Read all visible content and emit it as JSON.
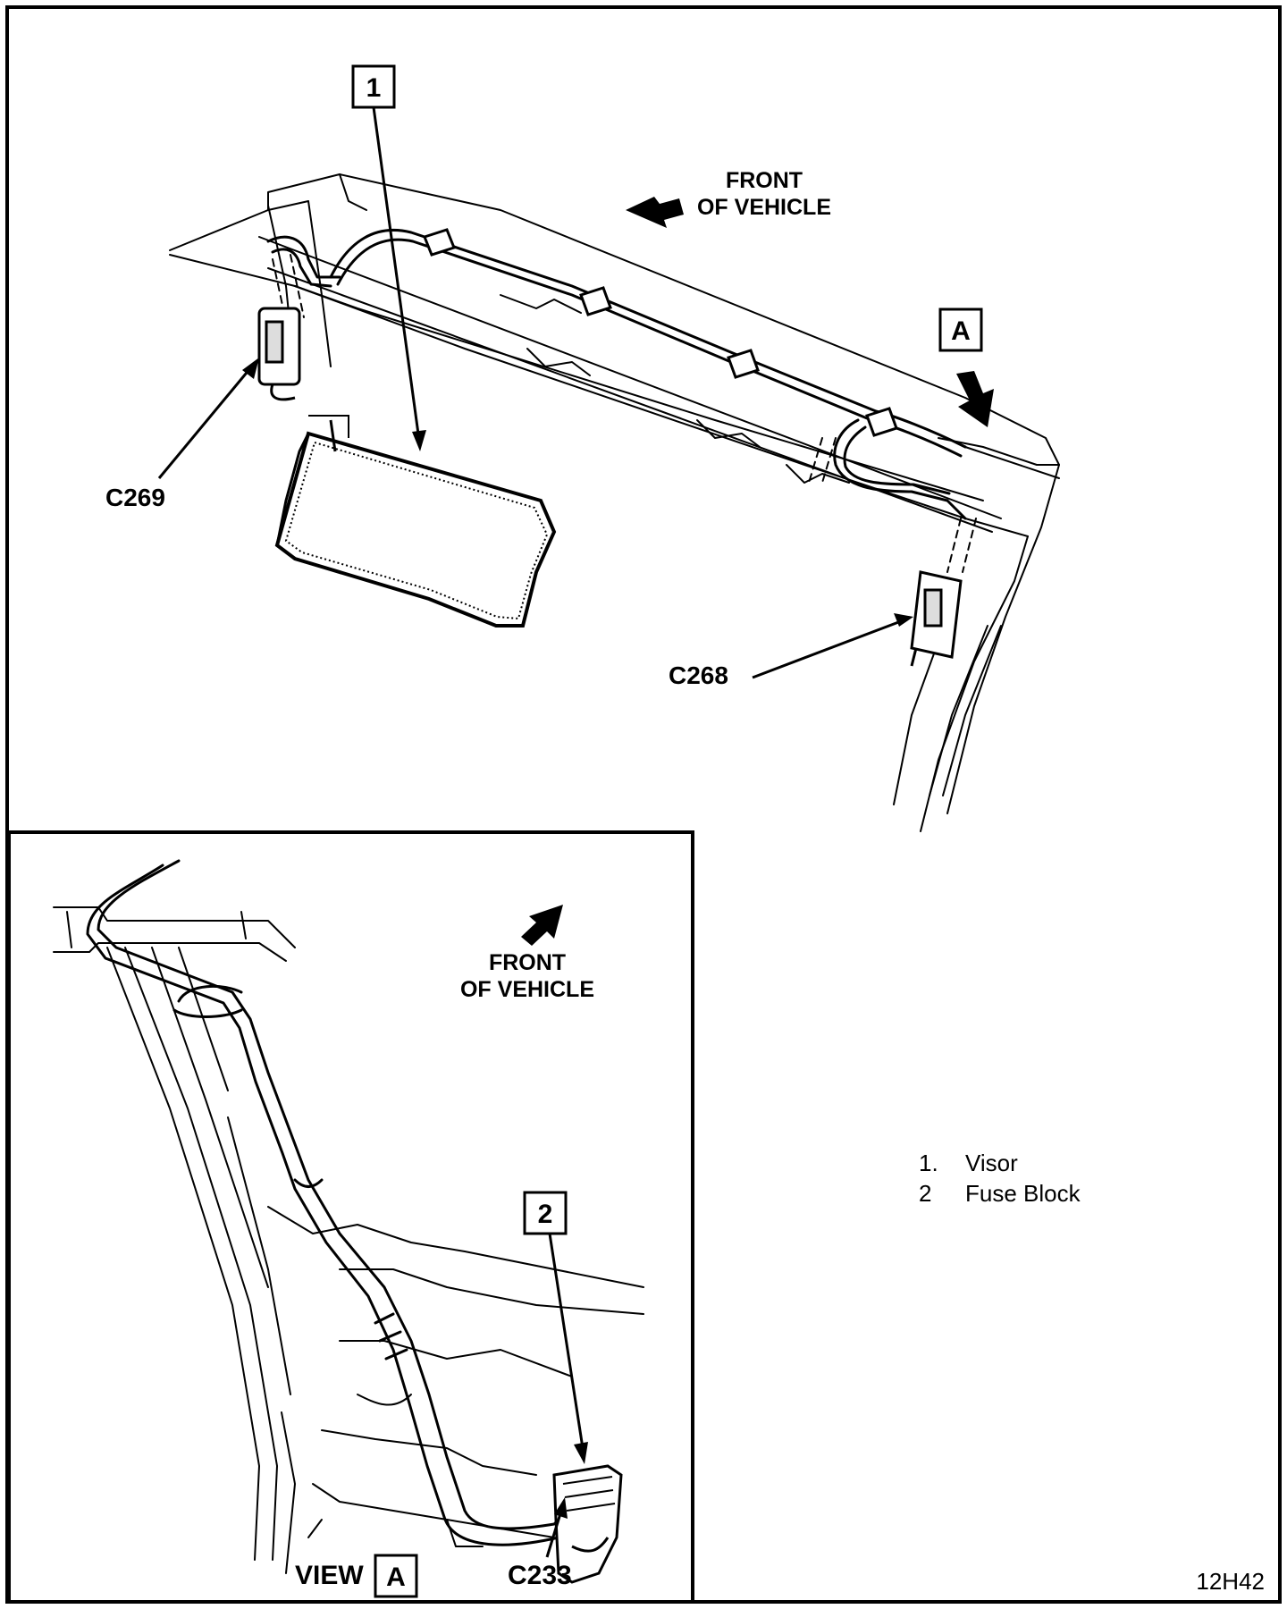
{
  "callouts": {
    "item1": "1",
    "item2": "2",
    "viewA_flag": "A",
    "viewA_box": "A"
  },
  "connectors": {
    "c269": "C269",
    "c268": "C268",
    "c233": "C233"
  },
  "orientation": {
    "main_line1": "FRONT",
    "main_line2": "OF VEHICLE",
    "inset_line1": "FRONT",
    "inset_line2": "OF VEHICLE"
  },
  "view_label": "VIEW",
  "legend": [
    {
      "num": "1.",
      "text": "Visor"
    },
    {
      "num": "2",
      "text": "Fuse Block"
    }
  ],
  "figure_id": "12H42"
}
